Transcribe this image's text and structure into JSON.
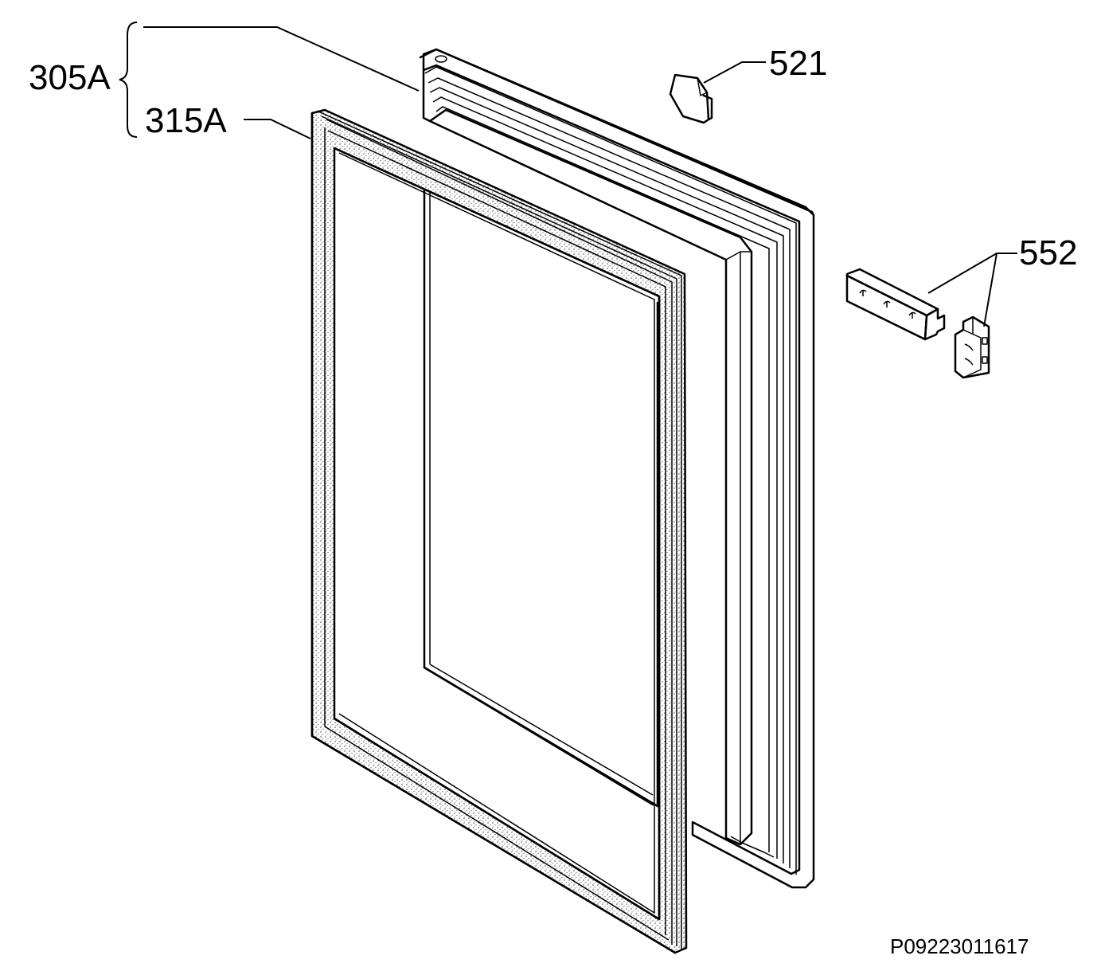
{
  "labels": {
    "door_assembly": "305A",
    "door_gasket": "315A",
    "cap": "521",
    "hinge_parts": "552"
  },
  "drawing_number": "P09223011617",
  "colors": {
    "line": "#000000",
    "background": "#ffffff",
    "stipple": "#555555"
  }
}
